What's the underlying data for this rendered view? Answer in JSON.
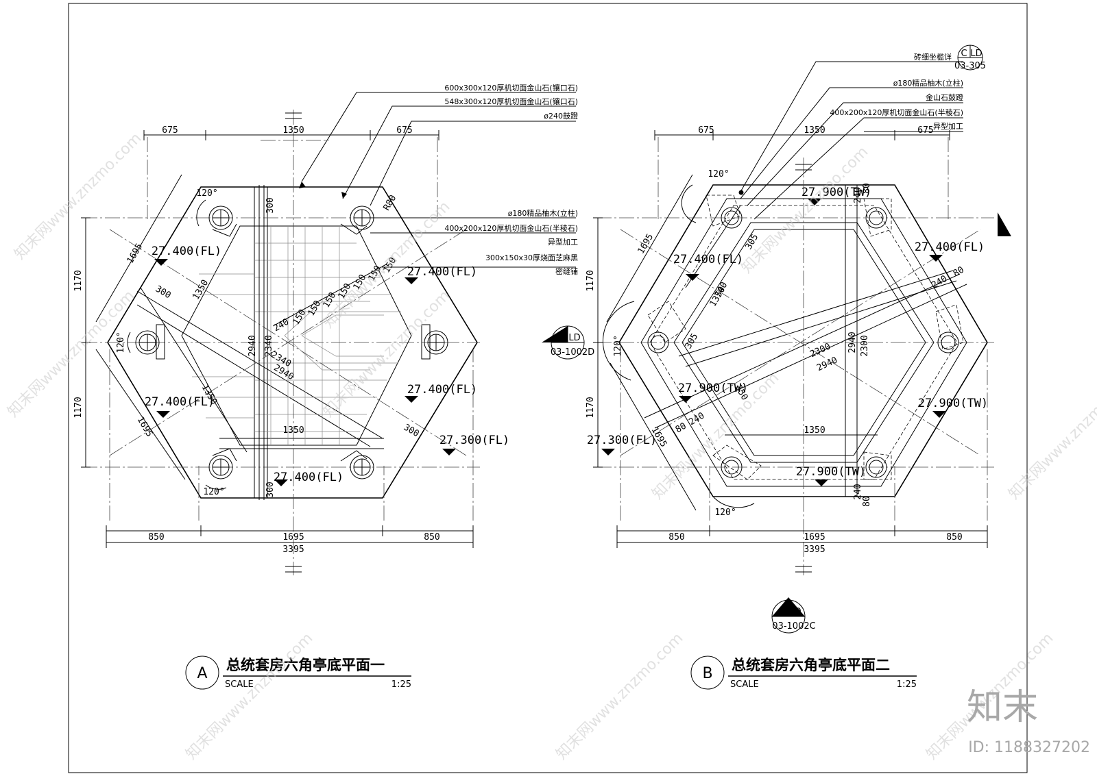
{
  "plan_a": {
    "circle_label": "A",
    "title": "总统套房六角亭底平面一",
    "scale_label": "SCALE",
    "scale_value": "1:25",
    "dims_top": [
      "675",
      "1350",
      "675"
    ],
    "dims_bottom": [
      "850",
      "1695",
      "850"
    ],
    "dim_total": "3395",
    "dims_left": [
      "1170",
      "1170"
    ],
    "dim_edge": "1695",
    "dim_300": "300",
    "dim_1350": "1350",
    "dim_2940": "2940",
    "dim_2340": "2340",
    "dim_240": "240",
    "dim_150": "150",
    "dim_r80": "R80",
    "angle": "120°",
    "elev_fl": "27.400(FL)",
    "elev_ground": "27.300(FL)",
    "notes": [
      "600x300x120厚机切面金山石(镶口石)",
      "548x300x120厚机切面金山石(镶口石)",
      "ø240鼓蹬",
      "ø180精品柚木(立柱)",
      "400x200x120厚机切面金山石(半稜石)",
      "异型加工",
      "300x150x30厚烧面芝麻黑",
      "密缝铺"
    ]
  },
  "plan_b": {
    "circle_label": "B",
    "title": "总统套房六角亭底平面二",
    "scale_label": "SCALE",
    "scale_value": "1:25",
    "dims_top": [
      "675",
      "1350",
      "675"
    ],
    "dims_bottom": [
      "850",
      "1695",
      "850"
    ],
    "dim_total": "3395",
    "dims_left": [
      "1170",
      "1170"
    ],
    "dim_edge": "1695",
    "dim_1350": "1350",
    "dim_2940": "2940",
    "dim_2300": "2300",
    "dim_240": "240",
    "dim_80": "80",
    "dim_305": "305",
    "dim_740": "740",
    "dim_350": "350",
    "angle": "120°",
    "elev_tw": "27.900(TW)",
    "elev_fl": "27.400(FL)",
    "elev_ground": "27.300(FL)",
    "detail_ref": {
      "top": "C",
      "right": "LD",
      "bottom": "03-305"
    },
    "notes": [
      "砖细坐槛详",
      "ø180精品柚木(立柱)",
      "金山石鼓蹬",
      "400x200x120厚机切面金山石(半稜石)",
      "异型加工"
    ],
    "section_left": {
      "top": "-",
      "right": "LD",
      "bottom": "03-1002D"
    },
    "section_bottom": {
      "top": "-",
      "right": "LD",
      "bottom": "03-1002C"
    }
  },
  "brand": {
    "logo_text": "知末",
    "id_text": "ID: 1188327202",
    "watermark": "知末网www.znzmo.com"
  }
}
